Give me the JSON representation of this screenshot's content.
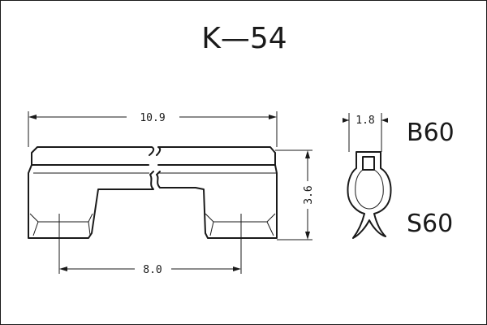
{
  "title": "K—54",
  "grades": {
    "top": "B60",
    "bottom": "S60"
  },
  "dimensions": {
    "overall_length": "10.9",
    "height": "3.6",
    "foot_spacing": "8.0",
    "thickness": "1.8"
  },
  "colors": {
    "ink": "#1a1a1a",
    "background": "#ffffff"
  }
}
